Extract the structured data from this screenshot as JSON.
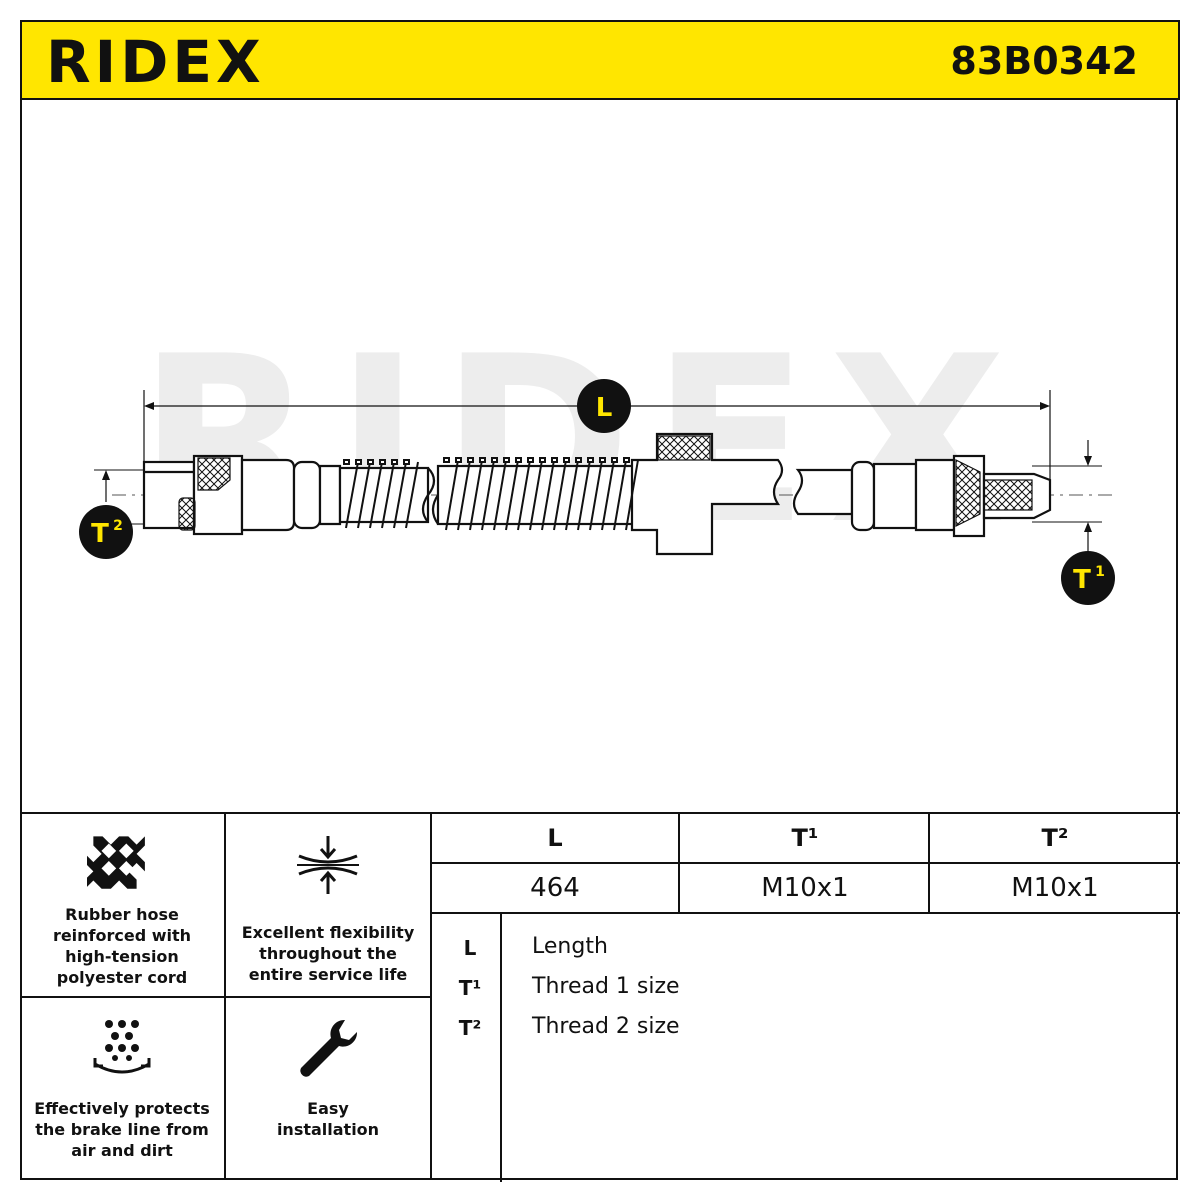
{
  "header": {
    "brand": "RIDEX",
    "part_number": "83B0342",
    "background_color": "#ffe600"
  },
  "drawing": {
    "watermark": "RIDEX",
    "dimension_labels": {
      "length": "L",
      "thread1": "T",
      "thread1_sup": "1",
      "thread2": "T",
      "thread2_sup": "2"
    }
  },
  "features": [
    {
      "icon": "crosshatch-icon",
      "text": "Rubber hose\nreinforced with\nhigh-tension\npolyester cord"
    },
    {
      "icon": "compress-arrows-icon",
      "text": "Excellent flexibility\nthroughout the\nentire service life"
    },
    {
      "icon": "particles-shield-icon",
      "text": "Effectively protects\nthe brake line from\nair and dirt"
    },
    {
      "icon": "wrench-icon",
      "text": "Easy\ninstallation"
    }
  ],
  "spec_table": {
    "headers": [
      "L",
      "T¹",
      "T²"
    ],
    "values": [
      "464",
      "M10x1",
      "M10x1"
    ]
  },
  "legend": [
    {
      "symbol": "L",
      "label": "Length"
    },
    {
      "symbol": "T¹",
      "label": "Thread 1 size"
    },
    {
      "symbol": "T²",
      "label": "Thread 2 size"
    }
  ]
}
